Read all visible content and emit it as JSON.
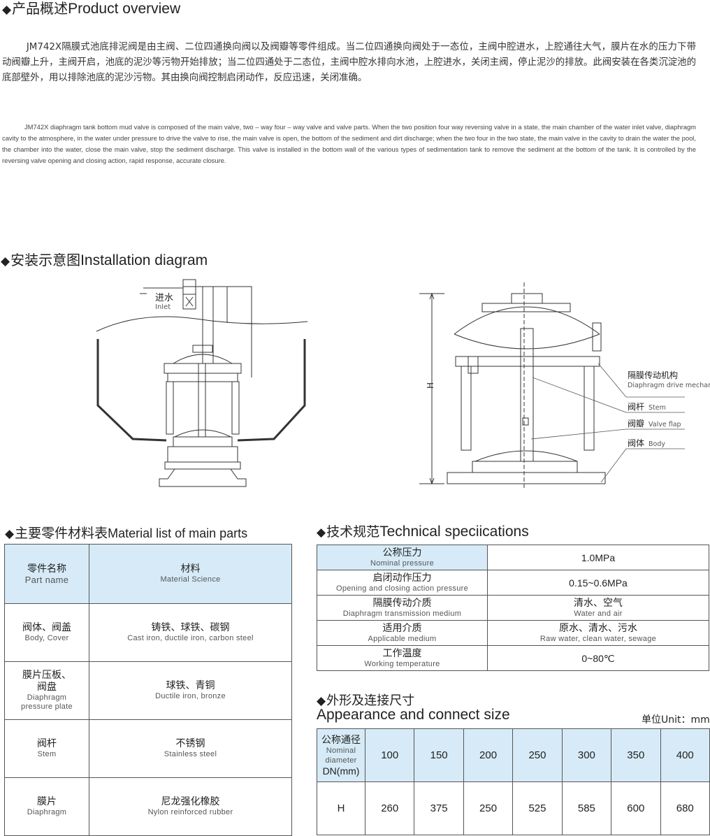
{
  "overview": {
    "heading_cn": "产品概述",
    "heading_en": "Product overview",
    "text_cn": "JM742X隔膜式池底排泥阀是由主阀、二位四通换向阀以及阀瓣等零件组成。当二位四通换向阀处于一态位，主阀中腔进水，上腔通往大气，膜片在水的压力下带动阀瓣上升，主阀开启，池底的泥沙等污物开始排放；当二位四通处于二态位，主阀中腔水排向水池，上腔进水，关闭主阀，停止泥沙的排放。此阀安装在各类沉淀池的底部壁外，用以排除池底的泥沙污物。其由换向阀控制启闭动作，反应迅速，关闭准确。",
    "text_en": "JM742X diaphragm tank bottom mud valve is composed of the main valve, two – way four – way valve and valve parts. When the two position four way reversing valve in a state, the main chamber of the water inlet valve, diaphragm cavity to the atmosphere, in the water under pressure to drive the valve to rise, the main valve is open, the bottom of the sediment and dirt discharge; when the two four in the two state, the main valve in the cavity to drain the water the pool, the chamber into the water, close the main valve, stop the sediment discharge. This valve is installed in the bottom wall of the various types of sedimentation tank to remove the sediment at the bottom of the tank. It is controlled by the reversing valve opening and closing action, rapid response, accurate closure."
  },
  "installation": {
    "heading_cn": "安装示意图",
    "heading_en": "Installation diagram",
    "inlet_cn": "进水",
    "inlet_en": "Inlet",
    "dimension_label": "H",
    "callouts": [
      {
        "cn": "隔膜传动机构",
        "en": "Diaphragm drive mechanism"
      },
      {
        "cn": "阀杆",
        "en": "Stem"
      },
      {
        "cn": "阀瓣",
        "en": "Valve flap"
      },
      {
        "cn": "阀体",
        "en": "Body"
      }
    ]
  },
  "materials": {
    "heading_cn": "主要零件材料表",
    "heading_en": "Material list of main parts",
    "header": {
      "part_cn": "零件名称",
      "part_en": "Part name",
      "mat_cn": "材料",
      "mat_en": "Material Science"
    },
    "rows": [
      {
        "part_cn": "阀体、阀盖",
        "part_en": "Body, Cover",
        "mat_cn": "铸铁、球铁、碳钢",
        "mat_en": "Cast iron, ductile iron, carbon steel"
      },
      {
        "part_cn": "膜片压板、阀盘",
        "part_en": "Diaphragm pressure plate",
        "mat_cn": "球铁、青铜",
        "mat_en": "Ductile iron, bronze"
      },
      {
        "part_cn": "阀杆",
        "part_en": "Stem",
        "mat_cn": "不锈钢",
        "mat_en": "Stainless steel"
      },
      {
        "part_cn": "膜片",
        "part_en": "Diaphragm",
        "mat_cn": "尼龙强化橡胶",
        "mat_en": "Nylon reinforced rubber"
      }
    ]
  },
  "specs": {
    "heading_cn": "技术规范",
    "heading_en": "Technical speciications",
    "rows": [
      {
        "cn": "公称压力",
        "en": "Nominal pressure",
        "value": "1.0MPa",
        "value_en": ""
      },
      {
        "cn": "启闭动作压力",
        "en": "Opening and closing action pressure",
        "value": "0.15~0.6MPa",
        "value_en": ""
      },
      {
        "cn": "隔膜传动介质",
        "en": "Diaphragm transmission medium",
        "value": "清水、空气",
        "value_en": "Water and air"
      },
      {
        "cn": "适用介质",
        "en": "Applicable medium",
        "value": "原水、清水、污水",
        "value_en": "Raw water, clean water, sewage"
      },
      {
        "cn": "工作温度",
        "en": "Working temperature",
        "value": "0~80℃",
        "value_en": ""
      }
    ]
  },
  "dimensions": {
    "heading_cn": "外形及连接尺寸",
    "heading_en": "Appearance and connect size",
    "unit": "单位Unit：mm",
    "dn_label_cn": "公称通径",
    "dn_label_en": "Nominal diameter",
    "dn_label_unit": "DN(mm)",
    "dn": [
      "100",
      "150",
      "200",
      "250",
      "300",
      "350",
      "400"
    ],
    "h_label": "H",
    "h": [
      "260",
      "375",
      "250",
      "525",
      "585",
      "600",
      "680"
    ]
  },
  "colors": {
    "table_shade": "#d6ebf7",
    "line": "#555555",
    "text": "#222222"
  }
}
